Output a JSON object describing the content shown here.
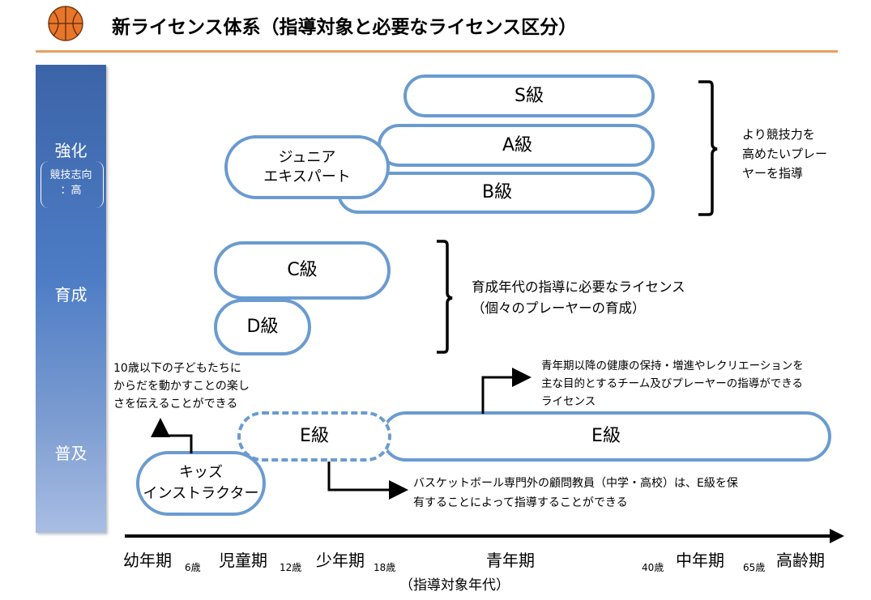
{
  "title": "新ライセンス体系（指導対象と必要なライセンス区分）",
  "sidebar": {
    "strengthen": "強化",
    "strengthen_sub_1": "競技志向",
    "strengthen_sub_2": "：高",
    "develop": "育成",
    "spread": "普及"
  },
  "licenses": {
    "s": "S級",
    "a": "A級",
    "b": "B級",
    "junior_1": "ジュニア",
    "junior_2": "エキスパート",
    "c": "C級",
    "d": "D級",
    "e_dashed": "E級",
    "e": "E級",
    "kids_1": "キッズ",
    "kids_2": "インストラクター"
  },
  "notes": {
    "top_1": "より競技力を",
    "top_2": "高めたいプレー",
    "top_3": "ヤーを指導",
    "mid_1": "育成年代の指導に必要なライセンス",
    "mid_2": "（個々のプレーヤーの育成）",
    "kids_1": "10歳以下の子どもたちに",
    "kids_2": "からだを動かすことの楽し",
    "kids_3": "さを伝えることができる",
    "e_1": "青年期以降の健康の保持・増進やレクリエーションを",
    "e_2": "主な目的とするチーム及びプレーヤーの指導ができる",
    "e_3": "ライセンス",
    "teacher_1": "バスケットボール専門外の顧問教員（中学・高校）は、E級を保",
    "teacher_2": "有することによって指導することができる"
  },
  "axis": {
    "label": "（指導対象年代）",
    "stages": [
      "幼年期",
      "児童期",
      "少年期",
      "青年期",
      "中年期",
      "高齢期"
    ],
    "ages": [
      "6歳",
      "12歳",
      "18歳",
      "40歳",
      "65歳"
    ]
  }
}
